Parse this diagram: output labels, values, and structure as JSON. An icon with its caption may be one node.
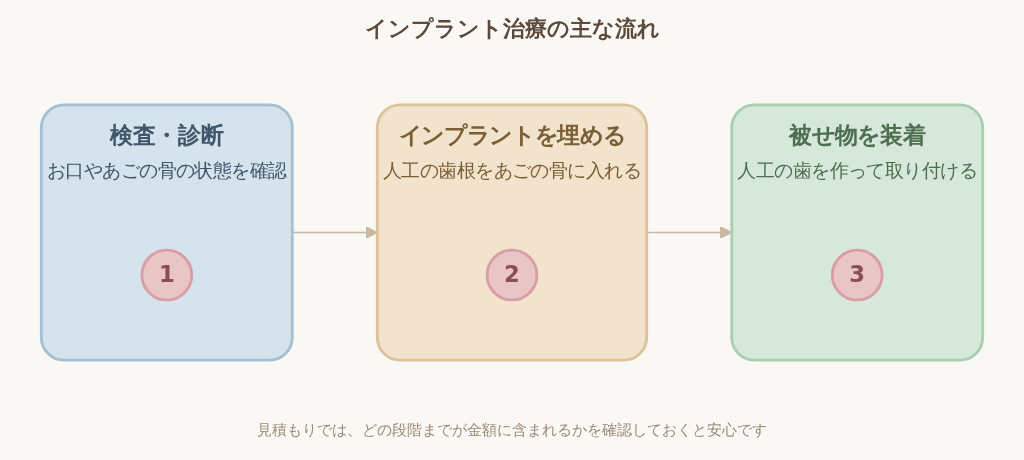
{
  "diagram": {
    "title": "インプラント治療の主な流れ",
    "nodes": [
      {
        "text": [
          "検査・診断",
          "お口やあごの骨の状態を確認"
        ]
      },
      {
        "text": [
          "1"
        ],
        "in": 0
      },
      {
        "text": [
          "インプラントを埋める",
          "人工の歯根をあごの骨に入れる"
        ]
      },
      {
        "text": [
          "2"
        ],
        "in": 2
      },
      {
        "text": [
          "被せ物を装着",
          "人工の歯を作って取り付ける"
        ]
      },
      {
        "text": [
          "3"
        ],
        "in": 4
      }
    ],
    "edges": [
      {
        "from": 0,
        "to": 2,
        "arrow": "to"
      },
      {
        "from": 2,
        "to": 4,
        "arrow": "to"
      }
    ],
    "caption": "見積もりでは、どの段階までが金額に含まれるかを確認しておくと安心です"
  }
}
